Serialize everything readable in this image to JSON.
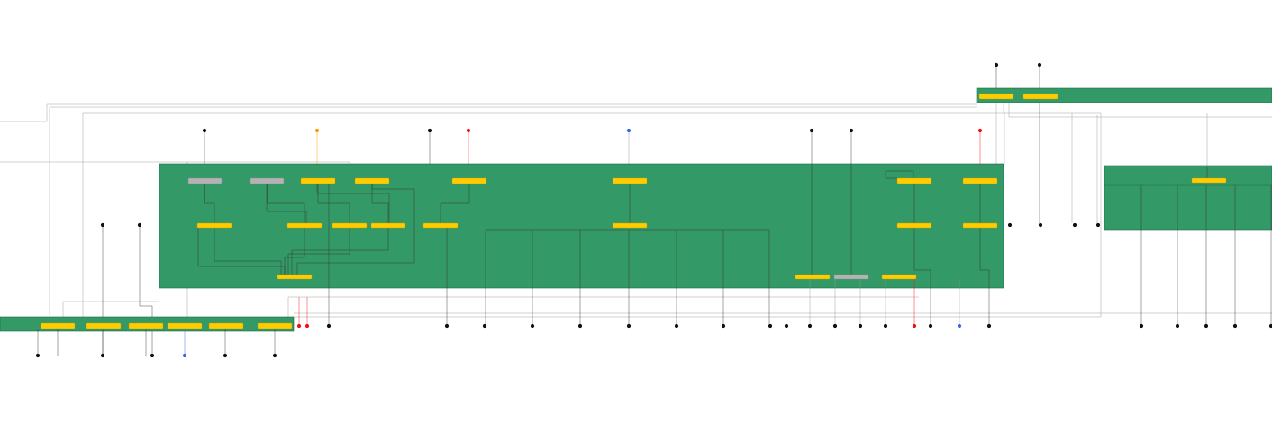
{
  "diagram": {
    "colors": {
      "cluster_fill": "#339966",
      "cluster_border": "#1e6b44",
      "node_fill": "#ffcc00",
      "node_border": "#c79a00",
      "disabled_node_fill": "#b3b3b3",
      "edge": "#333333",
      "edge_light": "#999999",
      "start_black": "#111111",
      "start_orange": "#ff9900",
      "start_red": "#ee1111",
      "start_blue": "#3366ee"
    },
    "nodes": [
      {
        "id": "n1",
        "label": "",
        "variant": "grey"
      },
      {
        "id": "n2",
        "label": "",
        "variant": "grey"
      },
      {
        "id": "n3",
        "label": "",
        "variant": "yellow"
      },
      {
        "id": "n4",
        "label": "",
        "variant": "yellow"
      },
      {
        "id": "n5",
        "label": "",
        "variant": "yellow"
      },
      {
        "id": "n6",
        "label": "",
        "variant": "yellow"
      },
      {
        "id": "n7",
        "label": "",
        "variant": "yellow"
      },
      {
        "id": "n8",
        "label": "",
        "variant": "yellow"
      },
      {
        "id": "n9",
        "label": "",
        "variant": "yellow"
      },
      {
        "id": "n10",
        "label": "",
        "variant": "yellow"
      },
      {
        "id": "n11",
        "label": "",
        "variant": "yellow"
      },
      {
        "id": "n12",
        "label": "",
        "variant": "yellow"
      },
      {
        "id": "n13",
        "label": "",
        "variant": "yellow"
      },
      {
        "id": "n14",
        "label": "",
        "variant": "yellow"
      },
      {
        "id": "n15",
        "label": "",
        "variant": "yellow"
      },
      {
        "id": "n16",
        "label": "",
        "variant": "yellow"
      },
      {
        "id": "n17",
        "label": "",
        "variant": "yellow"
      },
      {
        "id": "n18",
        "label": "",
        "variant": "yellow"
      },
      {
        "id": "n19",
        "label": "",
        "variant": "grey"
      },
      {
        "id": "n20",
        "label": "",
        "variant": "yellow"
      },
      {
        "id": "t1",
        "label": "",
        "variant": "yellow"
      },
      {
        "id": "t2",
        "label": "",
        "variant": "yellow"
      },
      {
        "id": "r1",
        "label": "",
        "variant": "yellow"
      },
      {
        "id": "b1",
        "label": "",
        "variant": "yellow"
      },
      {
        "id": "b2",
        "label": "",
        "variant": "yellow"
      },
      {
        "id": "b3",
        "label": "",
        "variant": "yellow"
      },
      {
        "id": "b4",
        "label": "",
        "variant": "yellow"
      },
      {
        "id": "b5",
        "label": "",
        "variant": "yellow"
      },
      {
        "id": "b6",
        "label": "",
        "variant": "yellow"
      }
    ],
    "start_points": [
      {
        "id": "s1",
        "color": "black"
      },
      {
        "id": "s2",
        "color": "orange"
      },
      {
        "id": "s3",
        "color": "black"
      },
      {
        "id": "s4",
        "color": "red"
      },
      {
        "id": "s5",
        "color": "blue"
      },
      {
        "id": "s6",
        "color": "black"
      },
      {
        "id": "s7",
        "color": "black"
      },
      {
        "id": "s8",
        "color": "red"
      },
      {
        "id": "s9",
        "color": "black"
      },
      {
        "id": "s10",
        "color": "black"
      },
      {
        "id": "s11",
        "color": "black"
      },
      {
        "id": "s12",
        "color": "black"
      }
    ],
    "end_points": [
      {
        "id": "e1",
        "color": "black"
      },
      {
        "id": "e2",
        "color": "black"
      },
      {
        "id": "e3",
        "color": "black"
      },
      {
        "id": "e4",
        "color": "blue"
      },
      {
        "id": "e5",
        "color": "black"
      },
      {
        "id": "e6",
        "color": "black"
      },
      {
        "id": "e7",
        "color": "red"
      },
      {
        "id": "e8",
        "color": "red"
      },
      {
        "id": "e9",
        "color": "black"
      },
      {
        "id": "e10",
        "color": "black"
      },
      {
        "id": "e11",
        "color": "black"
      },
      {
        "id": "e12",
        "color": "black"
      },
      {
        "id": "e13",
        "color": "black"
      },
      {
        "id": "e14",
        "color": "black"
      },
      {
        "id": "e15",
        "color": "black"
      },
      {
        "id": "e16",
        "color": "black"
      },
      {
        "id": "e17",
        "color": "black"
      },
      {
        "id": "e18",
        "color": "black"
      },
      {
        "id": "e19",
        "color": "black"
      },
      {
        "id": "e20",
        "color": "black"
      },
      {
        "id": "e21",
        "color": "black"
      },
      {
        "id": "e22",
        "color": "black"
      },
      {
        "id": "e23",
        "color": "red"
      },
      {
        "id": "e24",
        "color": "black"
      },
      {
        "id": "e25",
        "color": "blue"
      },
      {
        "id": "e26",
        "color": "black"
      },
      {
        "id": "e27",
        "color": "black"
      },
      {
        "id": "e28",
        "color": "black"
      },
      {
        "id": "e29",
        "color": "black"
      },
      {
        "id": "e30",
        "color": "black"
      },
      {
        "id": "e31",
        "color": "black"
      },
      {
        "id": "e32",
        "color": "black"
      },
      {
        "id": "e33",
        "color": "black"
      },
      {
        "id": "e34",
        "color": "black"
      },
      {
        "id": "e35",
        "color": "black"
      }
    ],
    "edge_labels": []
  }
}
